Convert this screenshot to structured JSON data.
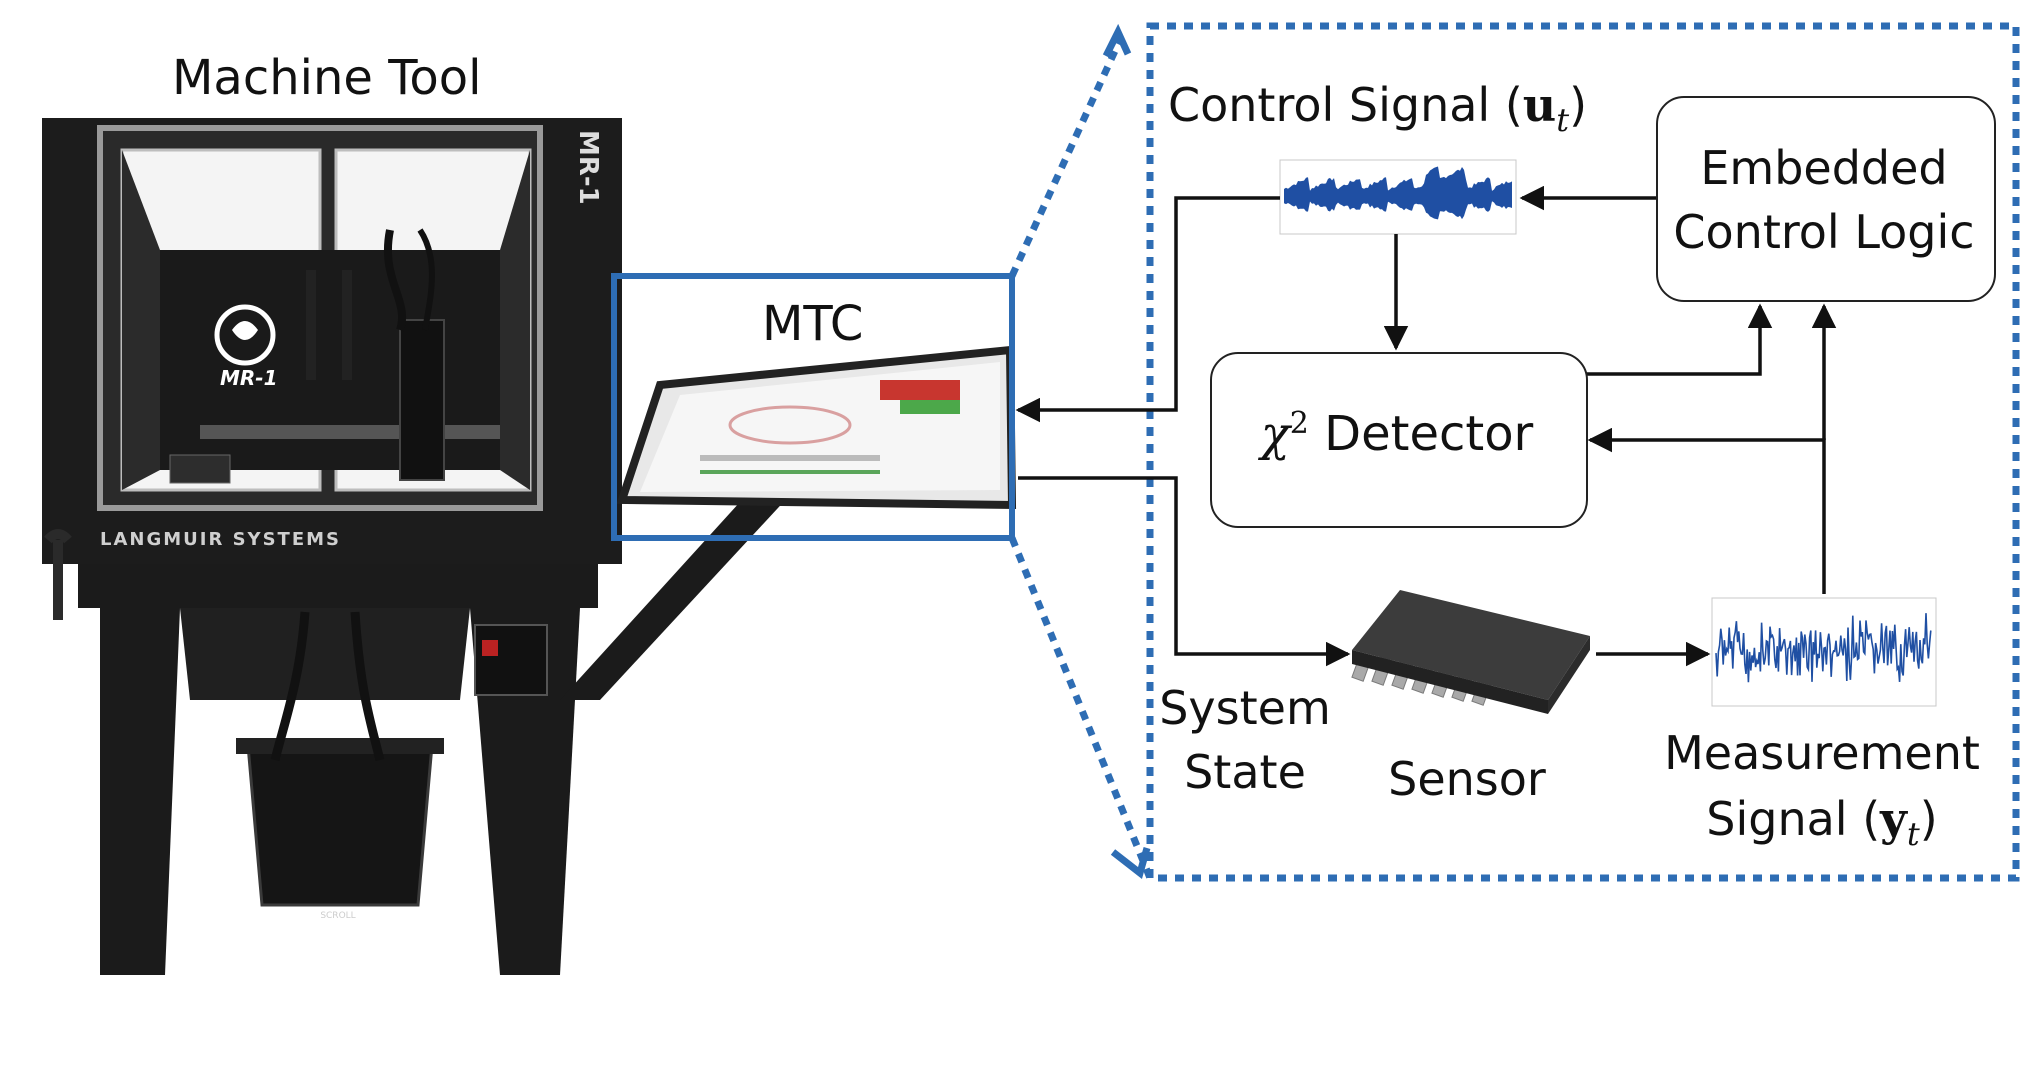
{
  "labels": {
    "machine_tool": "Machine Tool",
    "mtc": "MTC",
    "control_signal_prefix": "Control Signal (",
    "control_signal_symbol": "u",
    "control_signal_sub": "t",
    "control_signal_suffix": ")",
    "embedded_line1": "Embedded",
    "embedded_line2": "Control Logic",
    "detector_symbol": "χ",
    "detector_sup": "2",
    "detector_text": " Detector",
    "system_state_line1": "System",
    "system_state_line2": "State",
    "sensor": "Sensor",
    "measurement_line1": "Measurement",
    "measurement_line2_prefix": "Signal (",
    "measurement_symbol": "y",
    "measurement_sub": "t",
    "measurement_suffix": ")"
  },
  "machine": {
    "brand_text": "LANGMUIR SYSTEMS",
    "model_text": "MR-1",
    "scroll_text": "SCROLL"
  },
  "colors": {
    "highlight_blue": "#2e6db4",
    "signal_blue": "#1f4fa3",
    "machine_black": "#1b1b1b"
  }
}
